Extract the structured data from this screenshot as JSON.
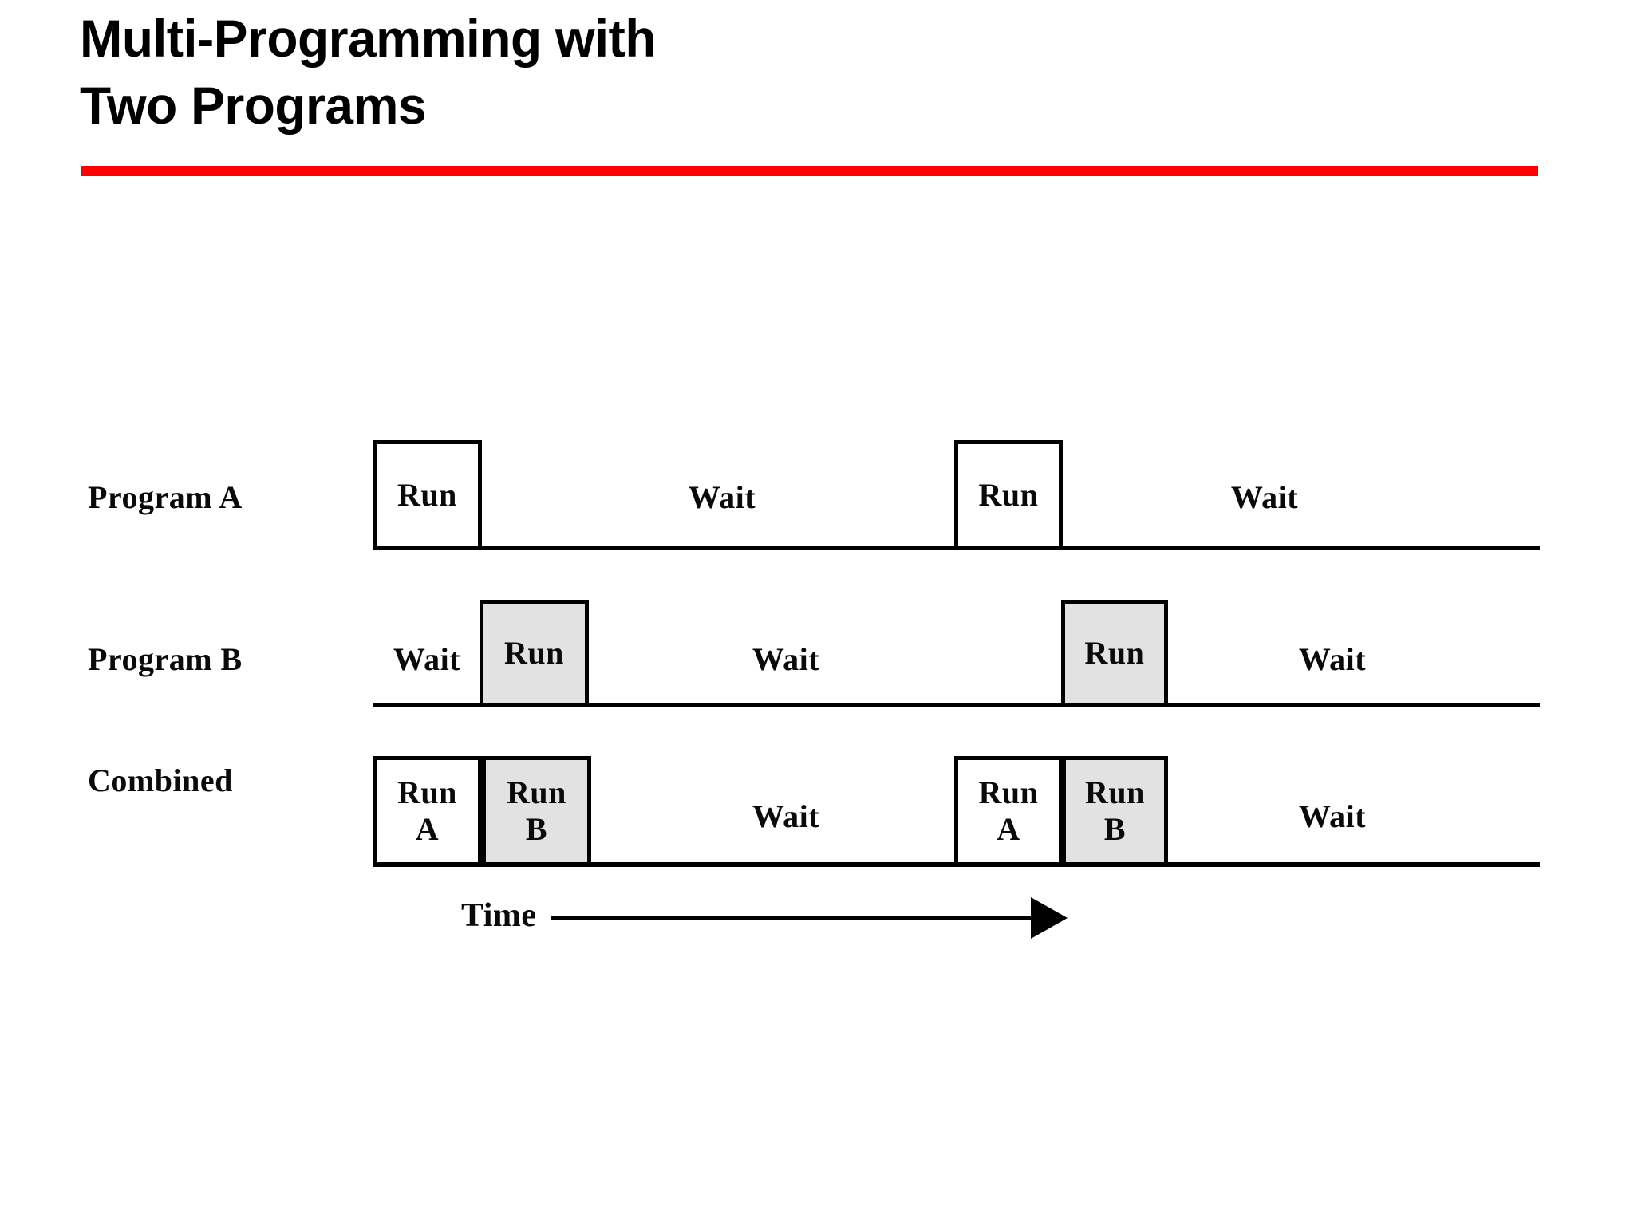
{
  "slide": {
    "title_line_1": "Multi-Programming with",
    "title_line_2": "Two Programs",
    "accent_color": "#ff0000",
    "background_color": "#ffffff",
    "shaded_fill_color": "#e2e2e2",
    "stroke_color": "#000000"
  },
  "diagram": {
    "time_axis": {
      "label": "Time",
      "arrow_direction": "right"
    },
    "rows": [
      {
        "id": "program-a",
        "label": "Program A",
        "segments": [
          {
            "kind": "run",
            "text": "Run",
            "shaded": false
          },
          {
            "kind": "wait",
            "text": "Wait",
            "shaded": false
          },
          {
            "kind": "run",
            "text": "Run",
            "shaded": false
          },
          {
            "kind": "wait",
            "text": "Wait",
            "shaded": false
          }
        ]
      },
      {
        "id": "program-b",
        "label": "Program B",
        "segments": [
          {
            "kind": "wait",
            "text": "Wait",
            "shaded": false
          },
          {
            "kind": "run",
            "text": "Run",
            "shaded": true
          },
          {
            "kind": "wait",
            "text": "Wait",
            "shaded": false
          },
          {
            "kind": "run",
            "text": "Run",
            "shaded": true
          },
          {
            "kind": "wait",
            "text": "Wait",
            "shaded": false
          }
        ]
      },
      {
        "id": "combined",
        "label": "Combined",
        "segments": [
          {
            "kind": "run",
            "text": "Run",
            "sub": "A",
            "shaded": false
          },
          {
            "kind": "run",
            "text": "Run",
            "sub": "B",
            "shaded": true
          },
          {
            "kind": "wait",
            "text": "Wait",
            "shaded": false
          },
          {
            "kind": "run",
            "text": "Run",
            "sub": "A",
            "shaded": false
          },
          {
            "kind": "run",
            "text": "Run",
            "sub": "B",
            "shaded": true
          },
          {
            "kind": "wait",
            "text": "Wait",
            "shaded": false
          }
        ]
      }
    ]
  }
}
